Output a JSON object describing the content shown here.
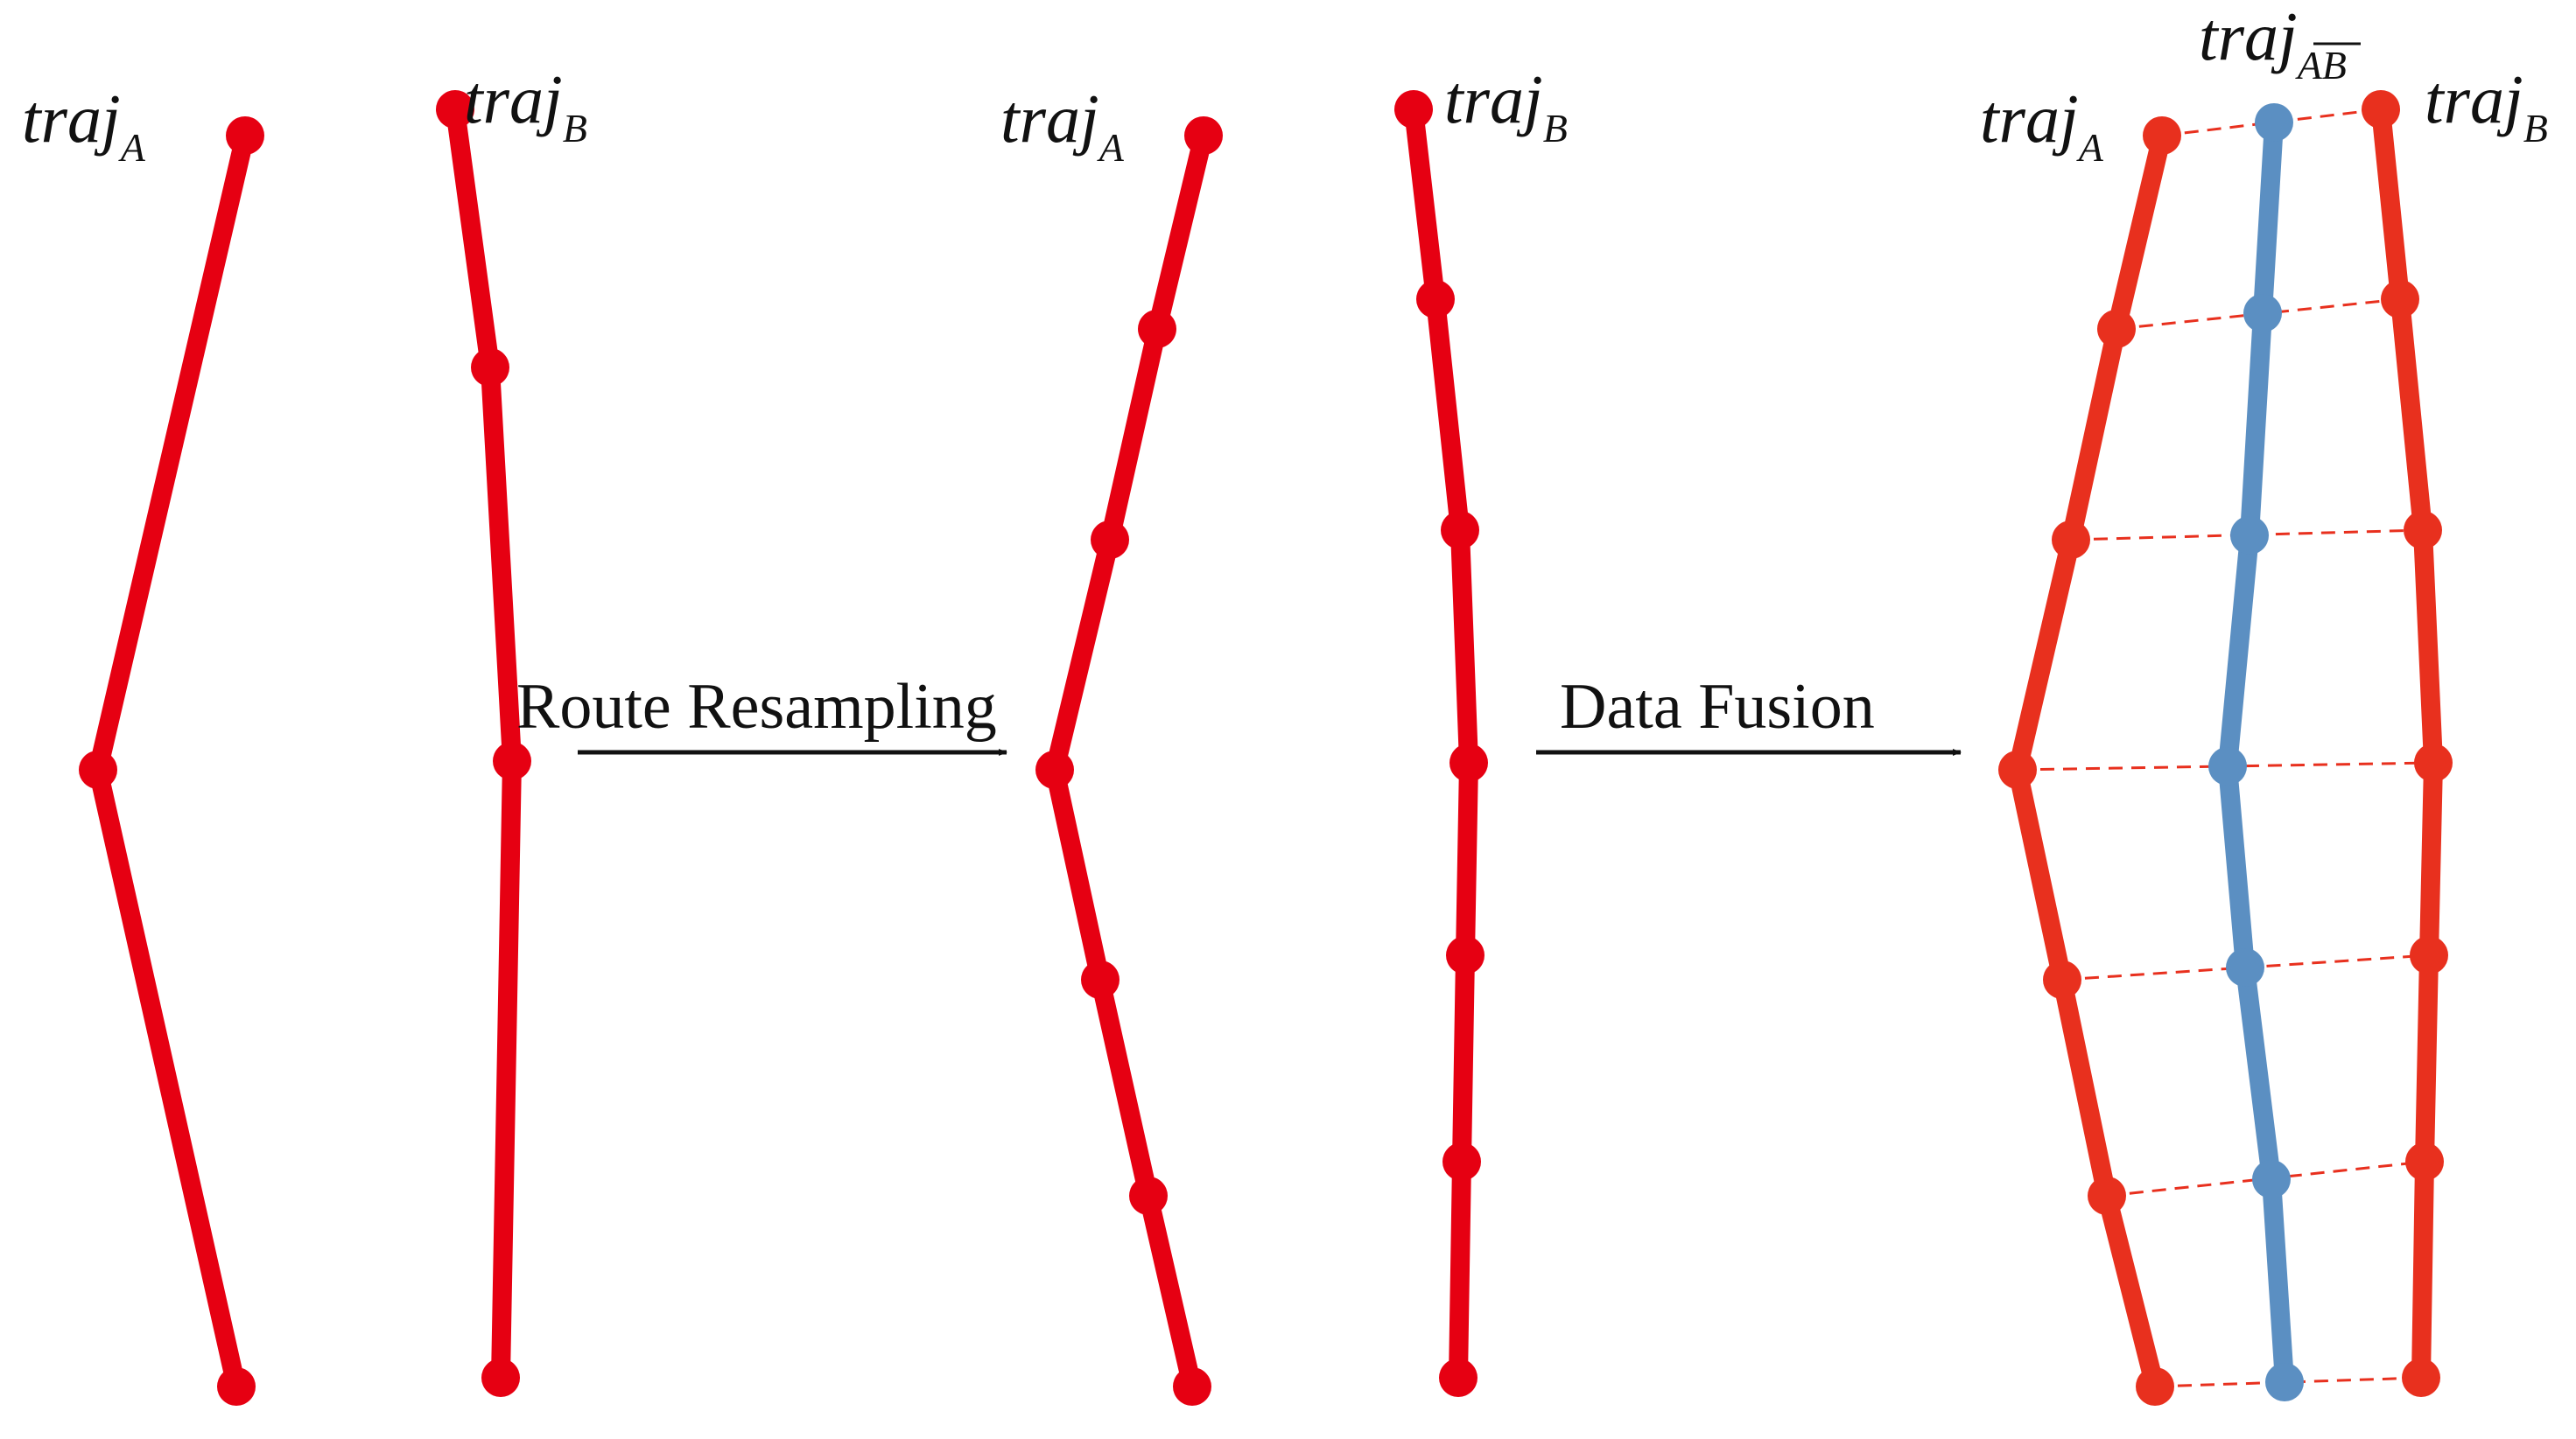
{
  "colors": {
    "trajectory": "#e60012",
    "trajectory_fused_panel": "#e8301e",
    "fused": "#5b8fc2",
    "connector": "#e8301e",
    "arrow": "#111111"
  },
  "labels": {
    "traj_base": "traj",
    "sub_A": "A",
    "sub_B": "B",
    "sub_AB": "AB",
    "route_resampling": "Route Resampling",
    "data_fusion": "Data Fusion"
  },
  "panels": [
    {
      "id": "original",
      "traj_A": [
        [
          280,
          155
        ],
        [
          112,
          880
        ],
        [
          270,
          1585
        ]
      ],
      "traj_B": [
        [
          520,
          125
        ],
        [
          560,
          420
        ],
        [
          585,
          870
        ],
        [
          572,
          1575
        ]
      ]
    },
    {
      "id": "resampled",
      "traj_A": [
        [
          1375,
          155
        ],
        [
          1322,
          376
        ],
        [
          1268,
          617
        ],
        [
          1205,
          880
        ],
        [
          1257,
          1120
        ],
        [
          1312,
          1367
        ],
        [
          1362,
          1585
        ]
      ],
      "traj_B": [
        [
          1615,
          125
        ],
        [
          1640,
          342
        ],
        [
          1668,
          606
        ],
        [
          1678,
          872
        ],
        [
          1674,
          1092
        ],
        [
          1670,
          1328
        ],
        [
          1666,
          1575
        ]
      ]
    },
    {
      "id": "fused",
      "traj_A": [
        [
          2470,
          155
        ],
        [
          2418,
          376
        ],
        [
          2366,
          617
        ],
        [
          2305,
          880
        ],
        [
          2356,
          1120
        ],
        [
          2407,
          1367
        ],
        [
          2462,
          1585
        ]
      ],
      "traj_B": [
        [
          2720,
          125
        ],
        [
          2742,
          342
        ],
        [
          2768,
          606
        ],
        [
          2780,
          872
        ],
        [
          2775,
          1092
        ],
        [
          2770,
          1328
        ],
        [
          2766,
          1575
        ]
      ],
      "traj_AB": [
        [
          2598,
          140
        ],
        [
          2585,
          358
        ],
        [
          2570,
          612
        ],
        [
          2545,
          876
        ],
        [
          2565,
          1106
        ],
        [
          2595,
          1348
        ],
        [
          2610,
          1580
        ]
      ]
    }
  ]
}
